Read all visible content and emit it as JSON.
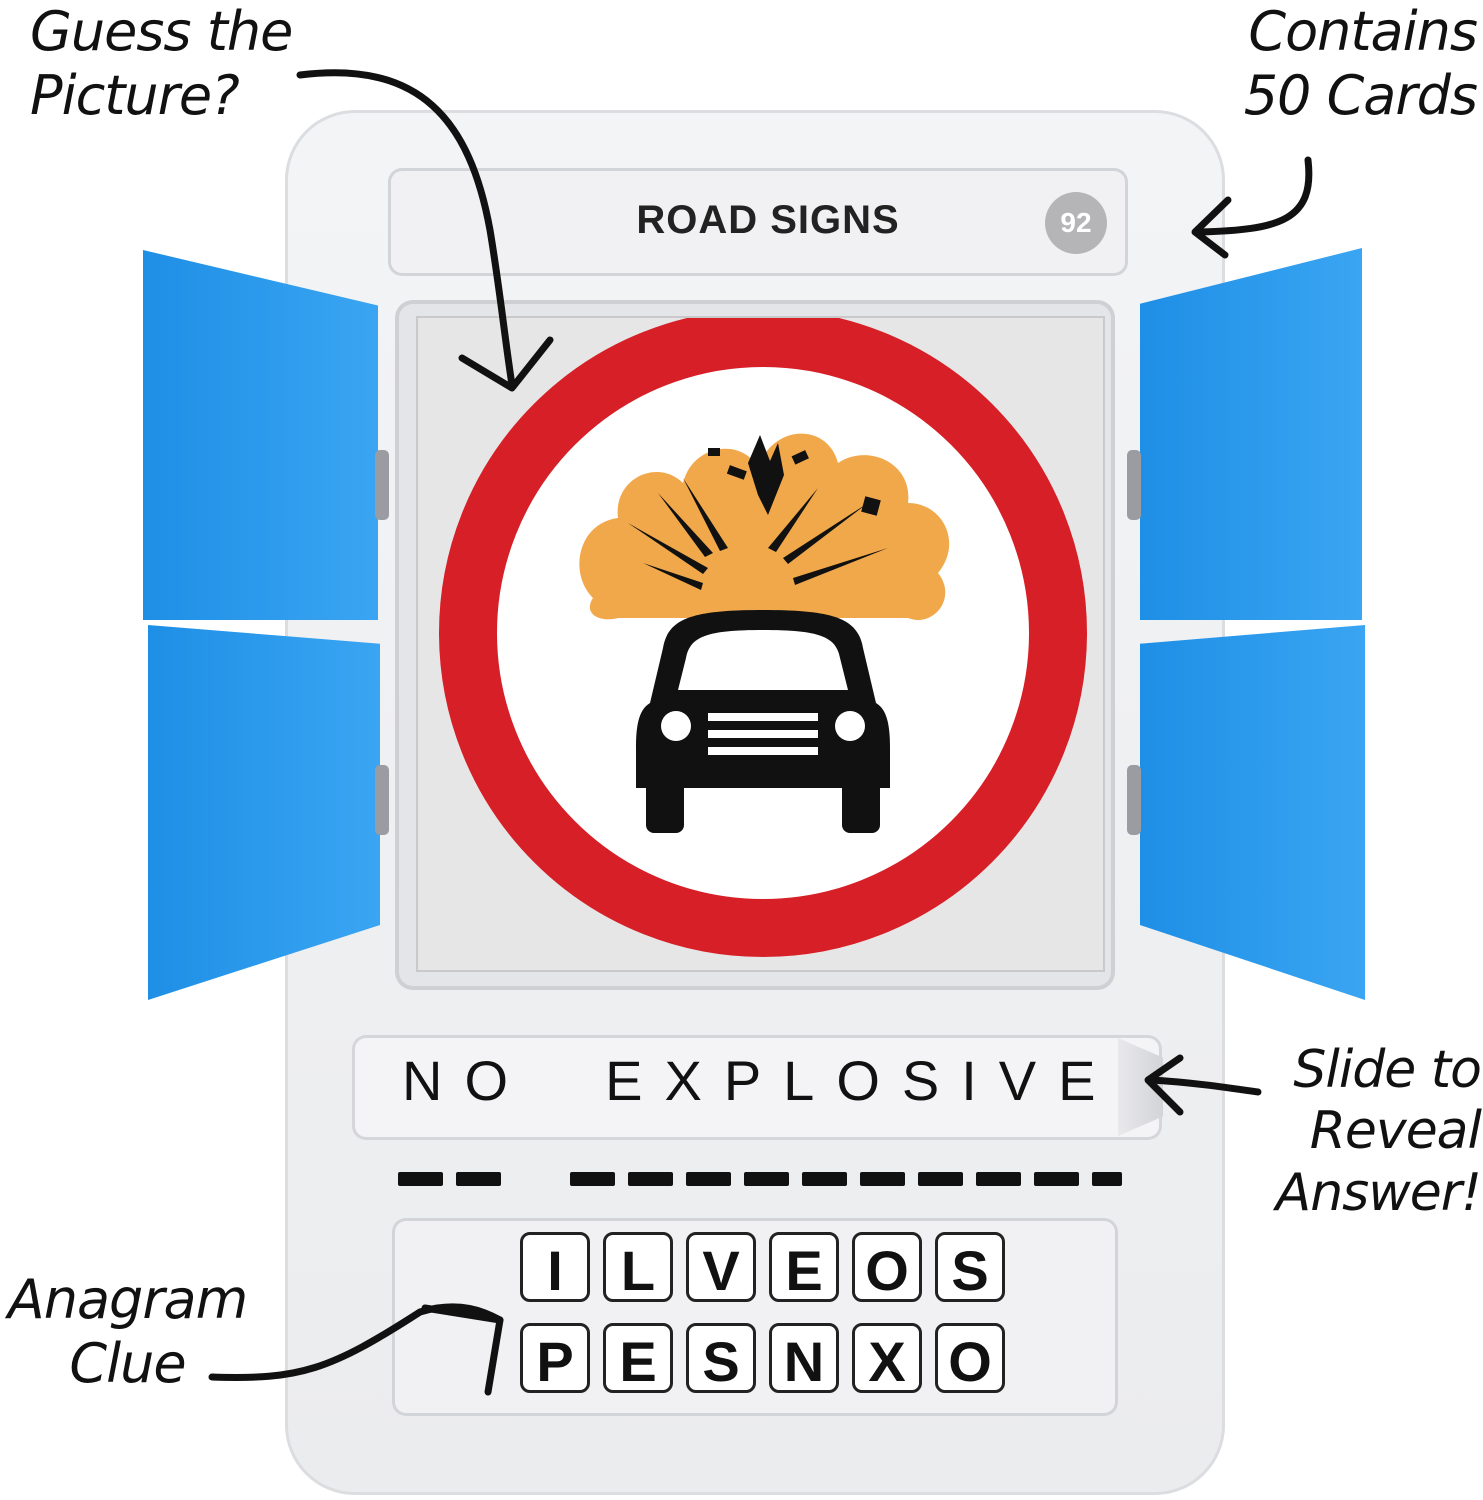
{
  "callouts": {
    "guess": "Guess the\nPicture?",
    "contains": "Contains\n50 Cards",
    "slide": "Slide to\nReveal\nAnswer!",
    "anagram": "Anagram\nClue"
  },
  "card": {
    "category": "ROAD SIGNS",
    "number": "92",
    "answer": "NO  EXPLOSIVES"
  },
  "anagram_tiles": {
    "row1": [
      "I",
      "L",
      "V",
      "E",
      "O",
      "S"
    ],
    "row2": [
      "P",
      "E",
      "S",
      "N",
      "X",
      "O"
    ]
  },
  "colors": {
    "shutter_blue": "#1e8fe6",
    "sign_red": "#d61f26",
    "explosion_orange": "#f1a84a",
    "number_badge": "#b5b5b8"
  },
  "icons": {
    "sign": "no-explosives-road-sign-icon",
    "car": "car-icon",
    "explosion": "explosion-icon"
  }
}
